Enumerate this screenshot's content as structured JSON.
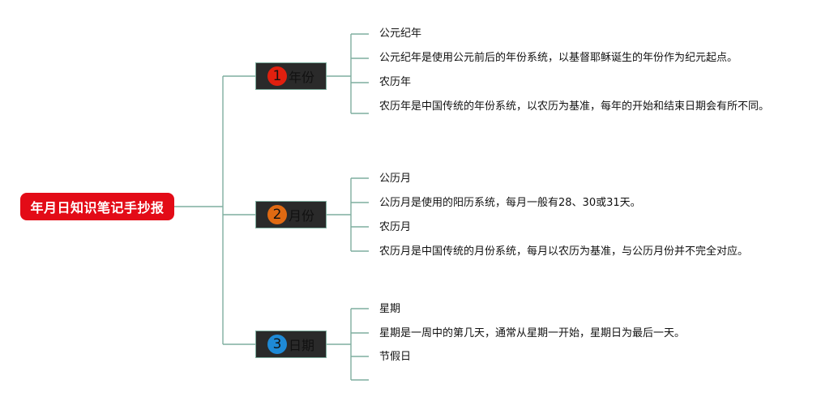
{
  "root": {
    "label": "年月日知识笔记手抄报"
  },
  "branches": [
    {
      "number": "1",
      "label": "年份",
      "badge_color": "#e0200f",
      "items": [
        "公元纪年",
        "公元纪年是使用公元前后的年份系统，以基督耶稣诞生的年份作为纪元起点。",
        "农历年",
        "农历年是中国传统的年份系统，以农历为基准，每年的开始和结束日期会有所不同。"
      ]
    },
    {
      "number": "2",
      "label": "月份",
      "badge_color": "#e06a12",
      "items": [
        "公历月",
        "公历月是使用的阳历系统，每月一般有28、30或31天。",
        "农历月",
        "农历月是中国传统的月份系统，每月以农历为基准，与公历月份并不完全对应。"
      ]
    },
    {
      "number": "3",
      "label": "日期",
      "badge_color": "#1e8ad6",
      "items": [
        "星期",
        "星期是一周中的第几天，通常从星期一开始，星期日为最后一天。",
        "节假日",
        ""
      ]
    }
  ]
}
